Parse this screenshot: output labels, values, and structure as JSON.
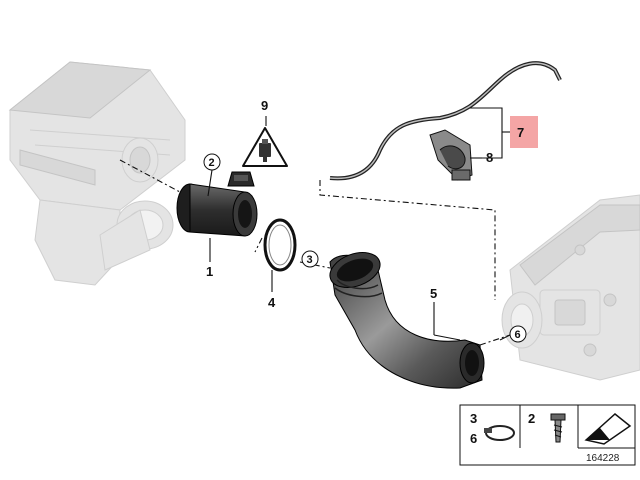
{
  "callouts": {
    "p1": "1",
    "p2": "2",
    "p3": "3",
    "p4": "4",
    "p5": "5",
    "p6": "6",
    "p7": "7",
    "p8": "8",
    "p9": "9"
  },
  "legend": {
    "item_3": "3",
    "item_6": "6",
    "item_2": "2"
  },
  "reference_number": "164228",
  "colors": {
    "highlight": "#f4a5a5",
    "ghost_parts": "#e4e4e4",
    "line": "#111111"
  }
}
